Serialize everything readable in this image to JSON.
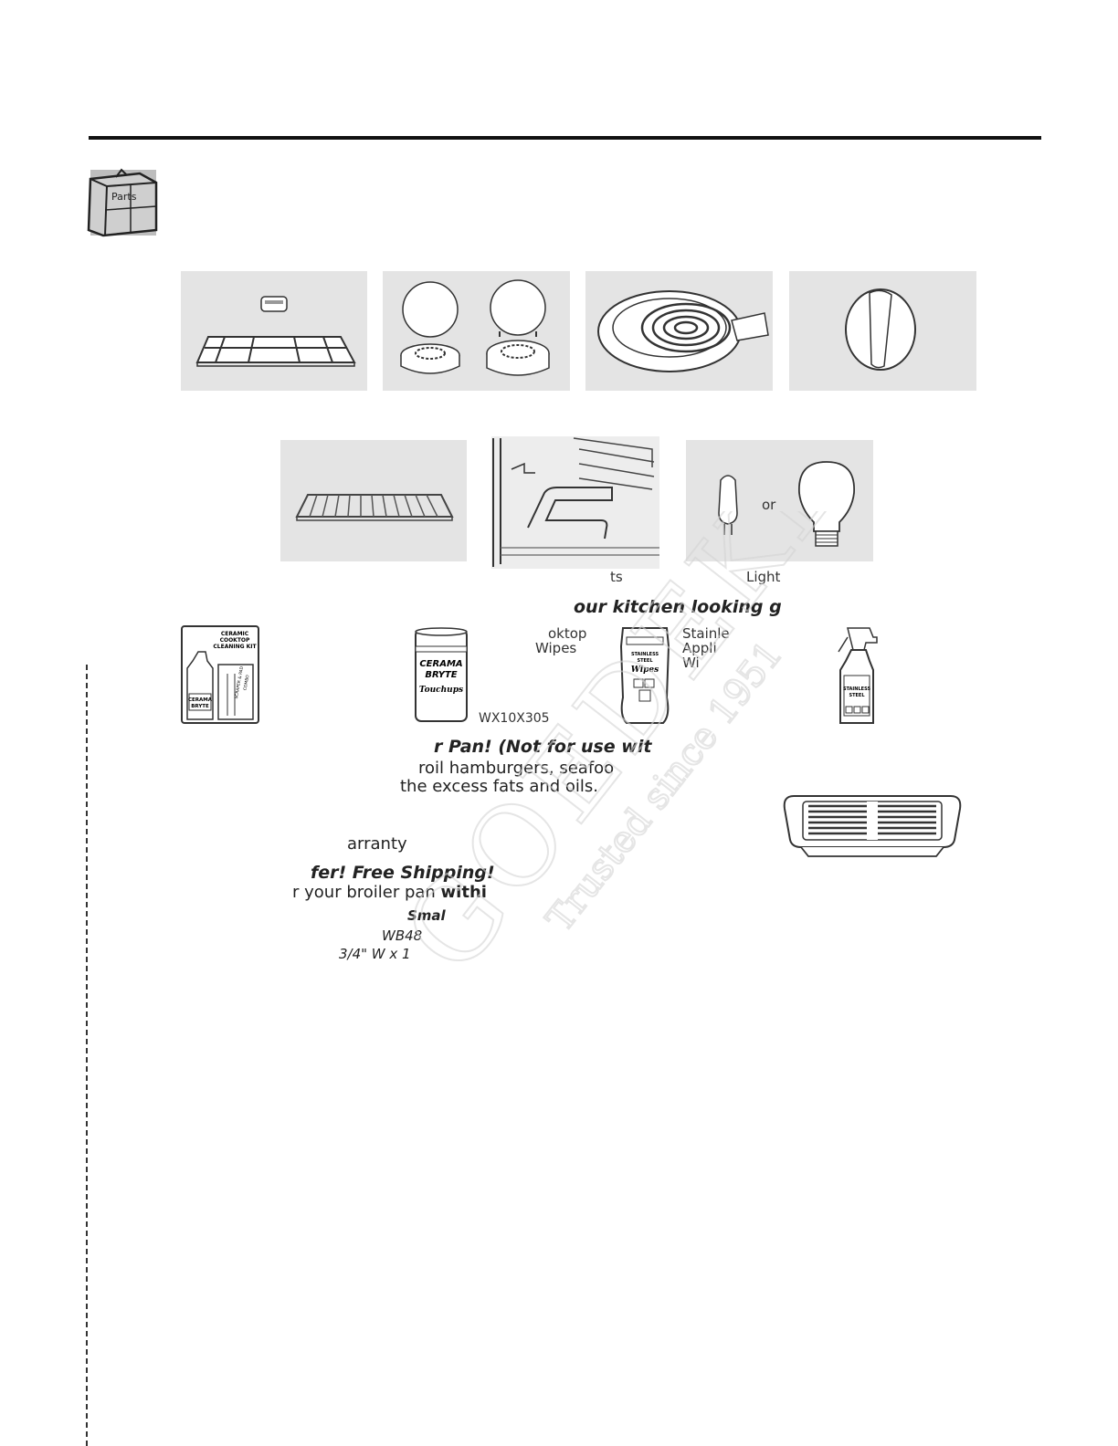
{
  "parts_icon": {
    "label": "Parts"
  },
  "captions": {
    "reflector_ts": "ts",
    "light": "Light",
    "or": "or",
    "cooktop": "oktop",
    "wipes": "Wipes",
    "stainless": "Stainle",
    "appli": "Appli",
    "wi": "Wi",
    "part_number": "WX10X305"
  },
  "kitchen_heading": "our kitchen looking g",
  "broiler": {
    "heading": "r Pan! (Not for use wit",
    "line1": "roil hamburgers, seafoo",
    "line2": "the excess fats and oils.",
    "warranty": "arranty",
    "offer_heading": "fer! Free Shipping!",
    "offer_line_start": "r your broiler pan ",
    "offer_line_bold": "withi",
    "small": "Smal",
    "model": "WB48",
    "dims": "3/4\" W x 1"
  },
  "products": {
    "kit_title": "CERAMIC COOKTOP CLEANING KIT",
    "kit_bottle": "CERAMA BRYTE",
    "kit_combo": "SCRAPER & PAD COMBO",
    "touchups": "CERAMA BRYTE Touchups",
    "wipes_label": "STAINLESS STEEL Wipes",
    "spray_label": "STAINLESS STEEL"
  }
}
